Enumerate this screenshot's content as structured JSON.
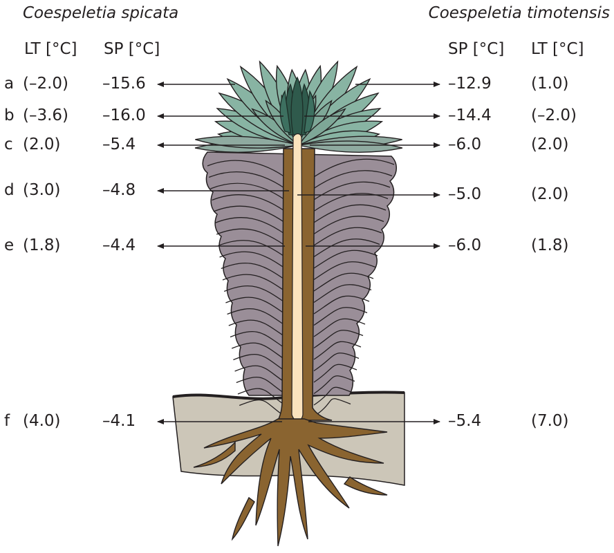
{
  "species_left": "Coespeletia spicata",
  "species_right": "Coespeletia timotensis",
  "headers": {
    "lt": "LT [°C]",
    "sp": "SP [°C]"
  },
  "rows": [
    {
      "letter": "a",
      "left_lt": "(–2.0)",
      "left_sp": "–15.6",
      "right_sp": "–12.9",
      "right_lt": "(1.0)"
    },
    {
      "letter": "b",
      "left_lt": "(–3.6)",
      "left_sp": "–16.0",
      "right_sp": "–14.4",
      "right_lt": "(–2.0)"
    },
    {
      "letter": "c",
      "left_lt": "(2.0)",
      "left_sp": "–5.4",
      "right_sp": "–6.0",
      "right_lt": "(2.0)"
    },
    {
      "letter": "d",
      "left_lt": "(3.0)",
      "left_sp": "–4.8",
      "right_sp": "–5.0",
      "right_lt": "(2.0)"
    },
    {
      "letter": "e",
      "left_lt": "(1.8)",
      "left_sp": "–4.4",
      "right_sp": "–6.0",
      "right_lt": "(1.8)"
    },
    {
      "letter": "f",
      "left_lt": "(4.0)",
      "left_sp": "–4.1",
      "right_sp": "–5.4",
      "right_lt": "(7.0)"
    }
  ],
  "colors": {
    "leaves": "#88b4a3",
    "dead_leaves": "#9a8e98",
    "stem": "#8a6430",
    "pith": "#fbe3bd",
    "soil": "#ccc6b8",
    "bud": "#2f5a4c"
  }
}
